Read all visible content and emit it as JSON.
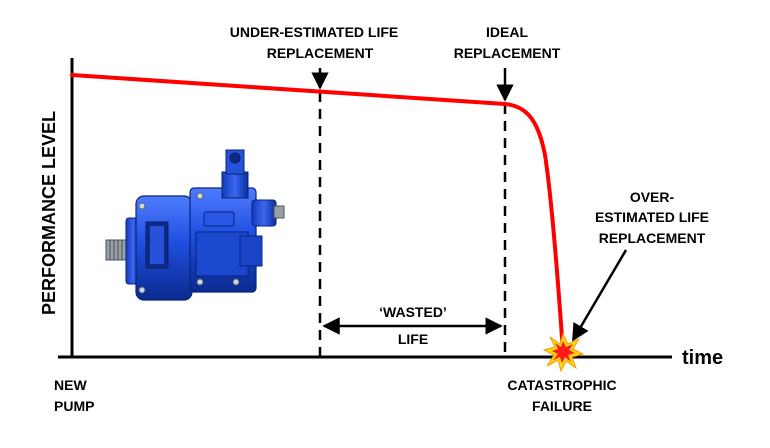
{
  "diagram": {
    "y_axis_label": "PERFORMANCE LEVEL",
    "x_axis_label": "time",
    "labels": {
      "under_estimated": [
        "UNDER-ESTIMATED LIFE",
        "REPLACEMENT"
      ],
      "ideal": [
        "IDEAL",
        "REPLACEMENT"
      ],
      "over_estimated": [
        "OVER-",
        "ESTIMATED LIFE",
        "REPLACEMENT"
      ],
      "wasted": [
        "‘WASTED’",
        "LIFE"
      ],
      "new_pump": [
        "NEW",
        "PUMP"
      ],
      "failure": [
        "CATASTROPHIC",
        "FAILURE"
      ]
    },
    "colors": {
      "curve": "#ff0000",
      "axis": "#000000",
      "pump_body": "#1f4fe0",
      "burst_outer": "#ffd21a",
      "burst_inner": "#ff1a1a"
    },
    "icons": [
      "hydraulic-pump-image",
      "explosion-burst-icon"
    ]
  }
}
